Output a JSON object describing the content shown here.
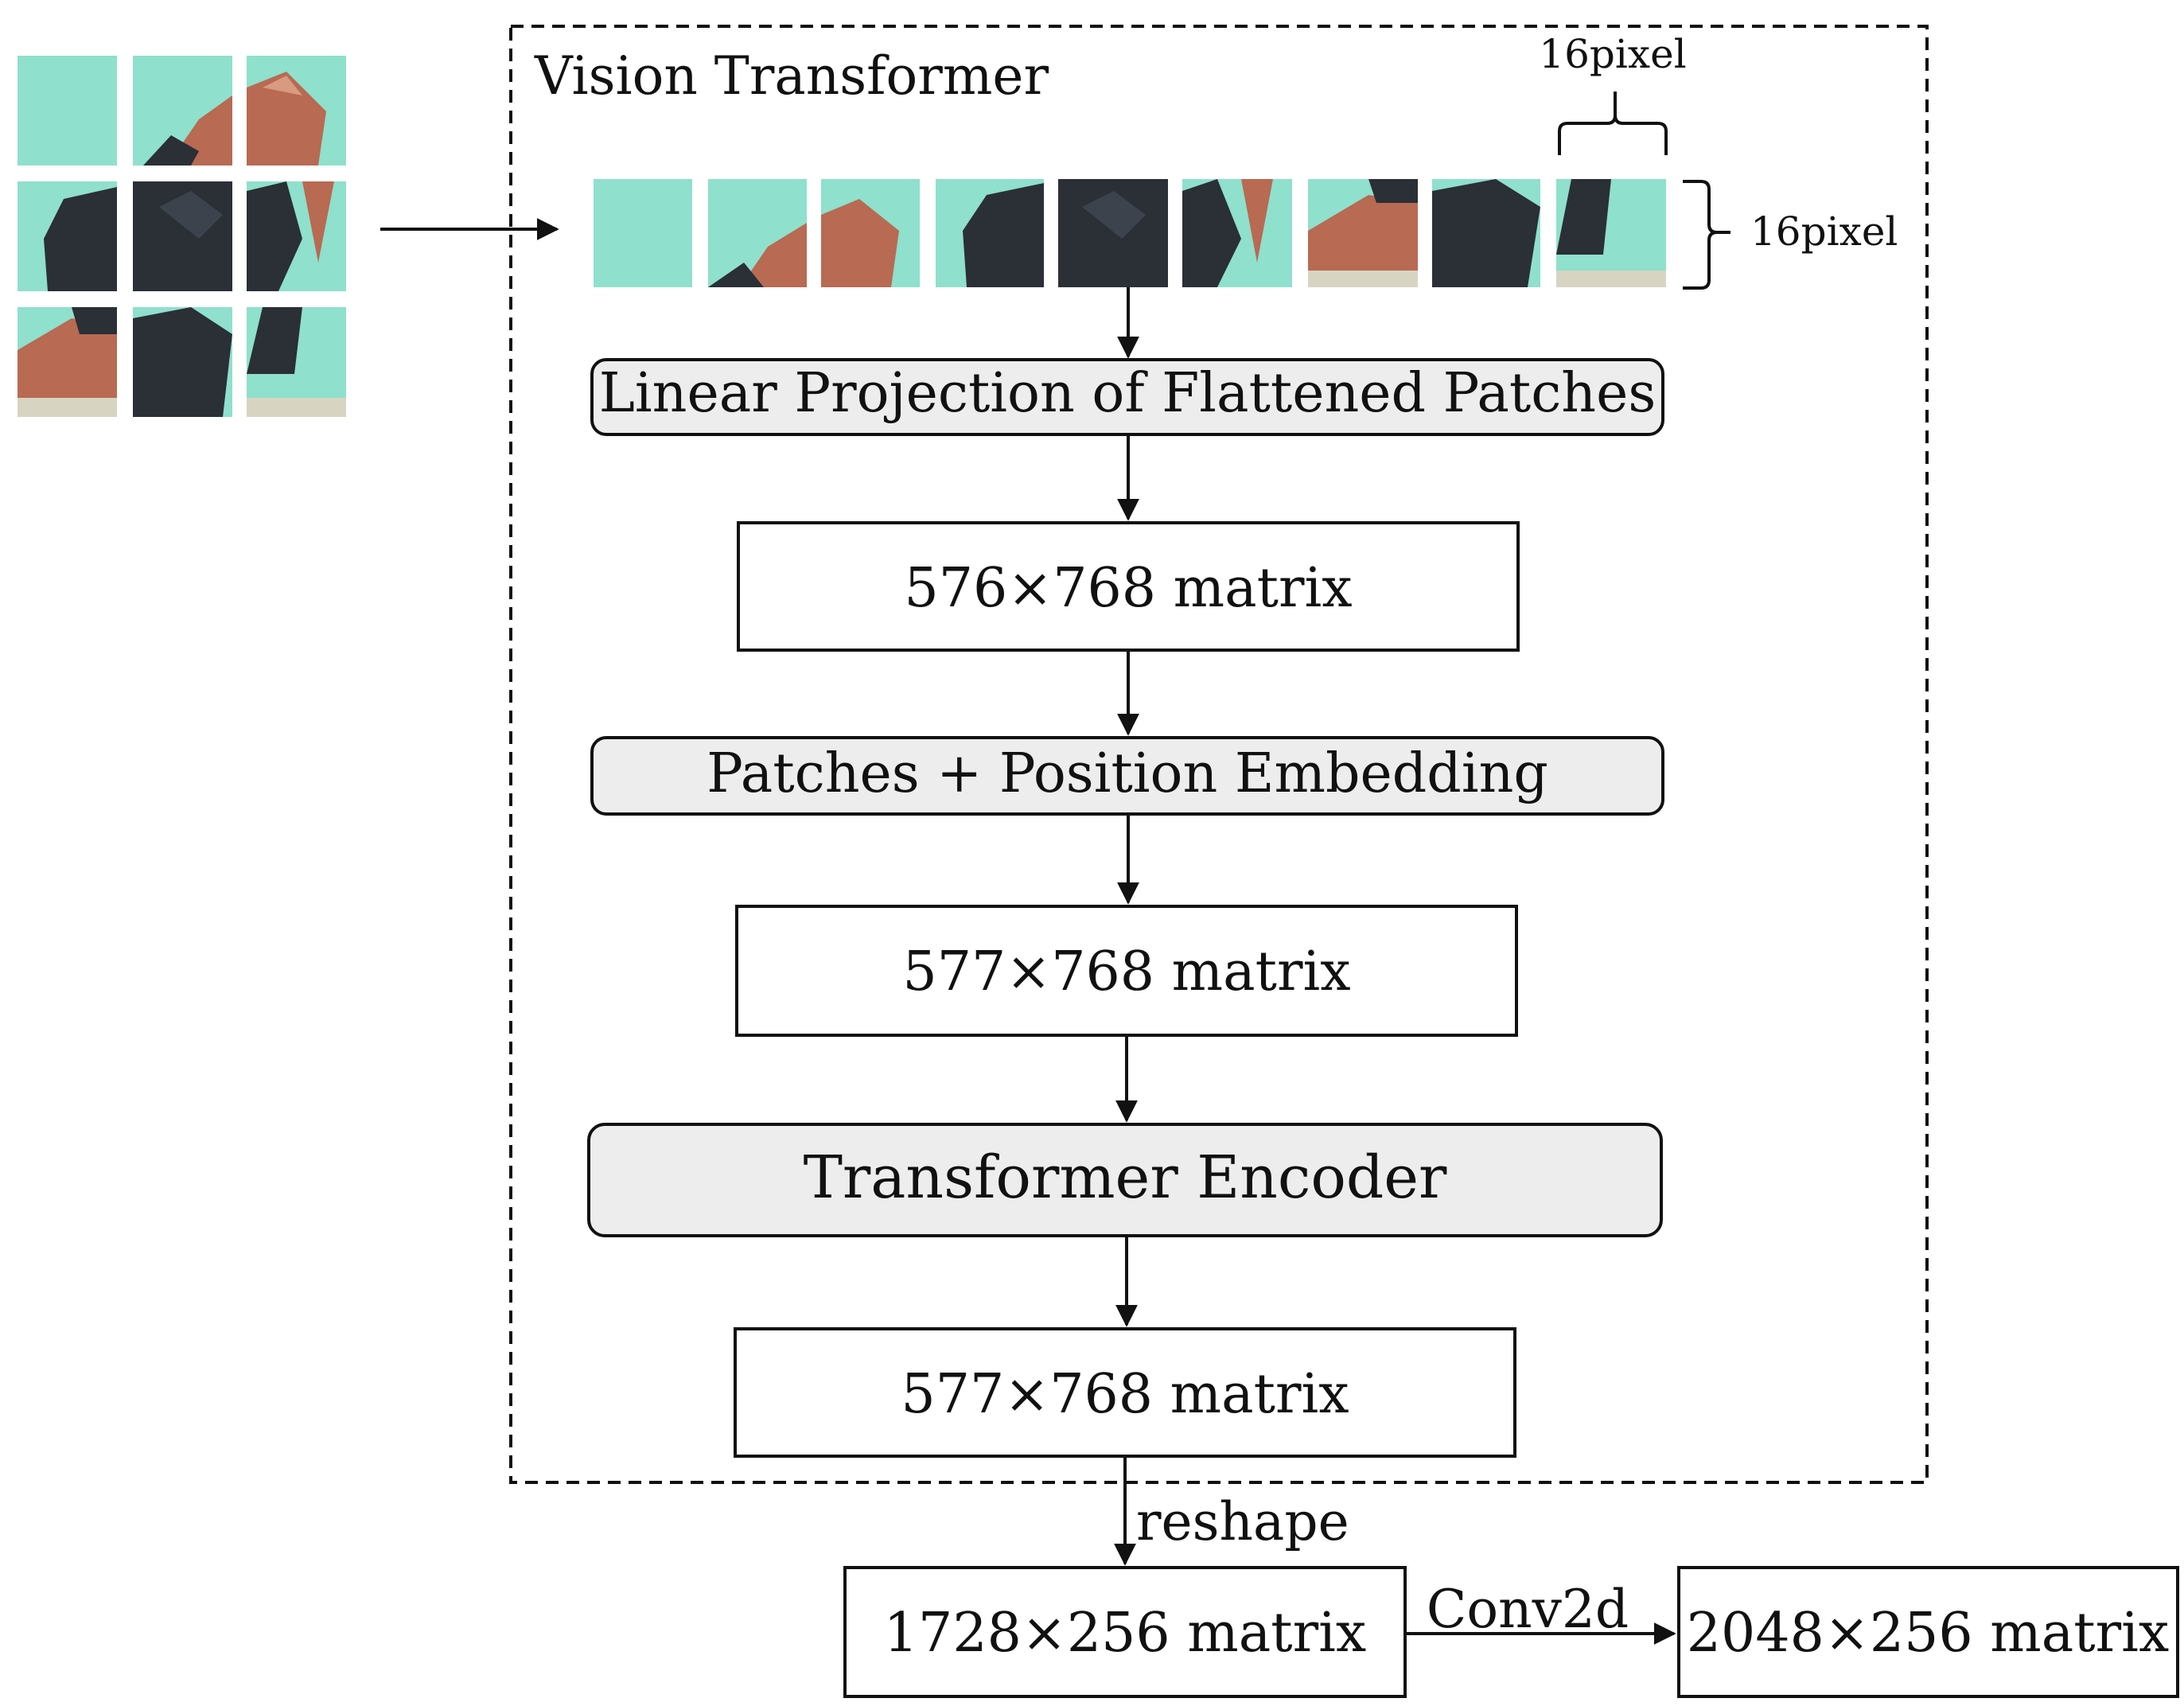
{
  "title": "Vision Transformer",
  "patch_size_top": "16pixel",
  "patch_size_side": "16pixel",
  "steps": {
    "linear_projection": "Linear Projection of Flattened Patches",
    "matrix_1": "576×768 matrix",
    "position_embedding": "Patches + Position Embedding",
    "matrix_2": "577×768 matrix",
    "encoder": "Transformer Encoder",
    "matrix_3": "577×768 matrix",
    "reshape_label": "reshape",
    "matrix_4": "1728×256 matrix",
    "conv_label": "Conv2d",
    "matrix_5": "2048×256 matrix"
  },
  "colors": {
    "teal_background": "#8fe0cc",
    "crystal": "#b86a52",
    "dark_mineral": "#2b2f36",
    "module_fill": "#ededed",
    "line": "#111111"
  }
}
